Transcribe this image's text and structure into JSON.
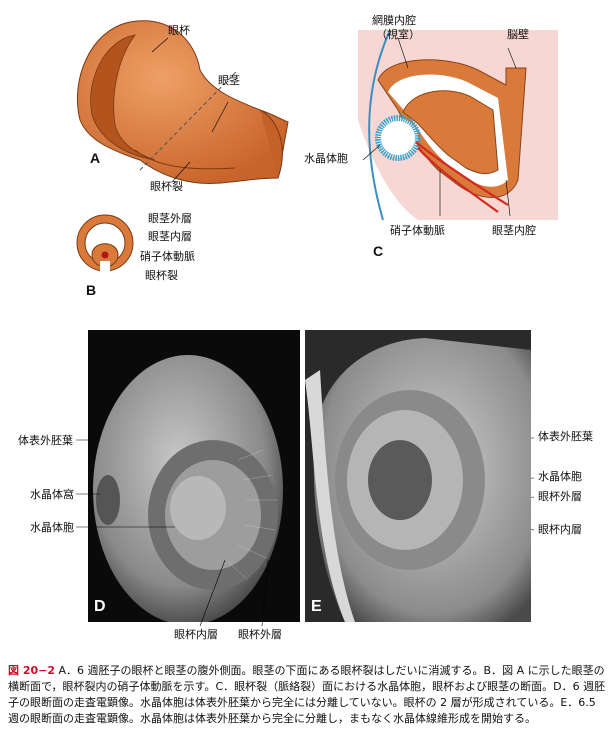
{
  "labels": {
    "a_eyecup": "眼杯",
    "a_stalk": "眼茎",
    "a_fissure": "眼杯裂",
    "b_outer": "眼茎外層",
    "b_inner": "眼茎内層",
    "b_artery": "硝子体動脈",
    "b_fissure": "眼杯裂",
    "c_retina_space": "網膜内腔",
    "c_retina_space2": "（視室）",
    "c_brain_wall": "脳壁",
    "c_lens_vesicle": "水晶体胞",
    "c_artery": "硝子体動脈",
    "c_stalk_lumen": "眼茎内腔",
    "d_surface_ecto": "体表外胚葉",
    "d_lens_pit": "水晶体窩",
    "d_lens_vesicle": "水晶体胞",
    "d_inner_layer": "眼杯内層",
    "d_outer_layer": "眼杯外層",
    "e_surface_ecto": "体表外胚葉",
    "e_lens_vesicle": "水晶体胞",
    "e_outer_layer": "眼杯外層",
    "e_inner_layer": "眼杯内層"
  },
  "panels": {
    "A": "A",
    "B": "B",
    "C": "C",
    "D": "D",
    "E": "E"
  },
  "caption": {
    "fig_no": "図 20−2",
    "text": "A．6 週胚子の眼杯と眼茎の腹外側面。眼茎の下面にある眼杯裂はしだいに消滅する。B．図 A に示した眼茎の横断面で，眼杯裂内の硝子体動脈を示す。C．眼杯裂（脈絡裂）面における水晶体胞，眼杯および眼茎の断面。D．6 週胚子の眼断面の走査電顕像。水晶体胞は体表外胚葉から完全には分離していない。眼杯の 2 層が形成されている。E．6.5 週の眼断面の走査電顕像。水晶体胞は体表外胚葉から完全に分離し，まもなく水晶体線維形成を開始する。"
  },
  "colors": {
    "tissue": "#d9793a",
    "tissue_dark": "#a8511f",
    "pink": "#f6d7d4",
    "artery": "#d42a1e",
    "lens": "#3a9fc7",
    "caption_red": "#c8102e"
  }
}
